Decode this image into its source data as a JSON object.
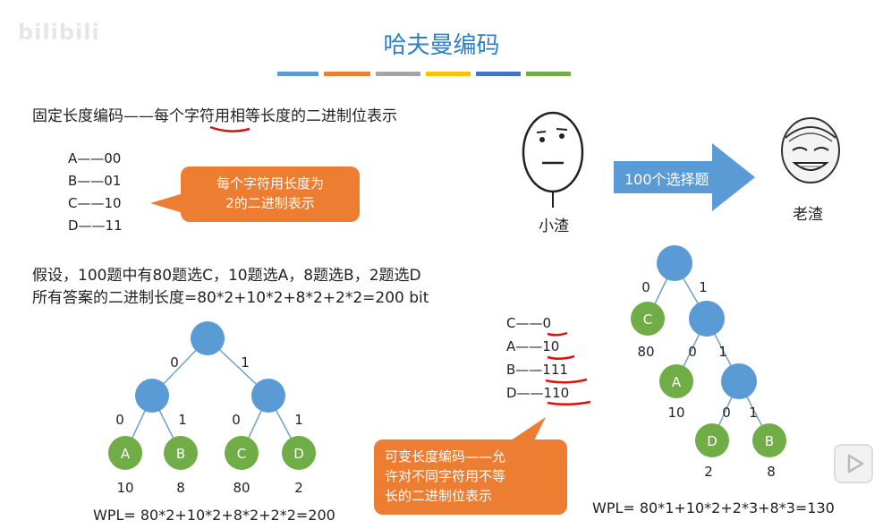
{
  "watermark": "bilibili",
  "title": "哈夫曼编码",
  "colors": [
    "#5b9bd5",
    "#ed7d31",
    "#a5a5a5",
    "#ffc000",
    "#4472c4",
    "#70ad47"
  ],
  "fixed": {
    "heading": "固定长度编码——每个字符用相等长度的二进制位表示",
    "codes": [
      "A——00",
      "B——01",
      "C——10",
      "D——11"
    ],
    "callout": [
      "每个字符用长度为",
      "2的二进制表示"
    ]
  },
  "assumption": {
    "line1": "假设，100题中有80题选C，10题选A，8题选B，2题选D",
    "line2": "所有答案的二进制长度=80*2+10*2+8*2+2*2=200 bit"
  },
  "characters": {
    "left_label": "小渣",
    "right_label": "老渣",
    "arrow_label": "100个选择题"
  },
  "variable": {
    "codes": [
      "C——0",
      "A——10",
      "B——111",
      "D——110"
    ],
    "callout": [
      "可变长度编码——允",
      "许对不同字符用不等",
      "长的二进制位表示"
    ]
  },
  "tree_left": {
    "leaves": [
      {
        "name": "A",
        "weight": "10"
      },
      {
        "name": "B",
        "weight": "8"
      },
      {
        "name": "C",
        "weight": "80"
      },
      {
        "name": "D",
        "weight": "2"
      }
    ],
    "edge_labels": [
      "0",
      "1",
      "0",
      "1",
      "0",
      "1"
    ],
    "wpl": "WPL= 80*2+10*2+8*2+2*2=200"
  },
  "tree_right": {
    "leaves": [
      {
        "name": "C",
        "weight": "80"
      },
      {
        "name": "A",
        "weight": "10"
      },
      {
        "name": "D",
        "weight": "2"
      },
      {
        "name": "B",
        "weight": "8"
      }
    ],
    "edge_labels": [
      "0",
      "1",
      "0",
      "1",
      "0",
      "1"
    ],
    "wpl": "WPL= 80*1+10*2+2*3+8*3=130"
  }
}
